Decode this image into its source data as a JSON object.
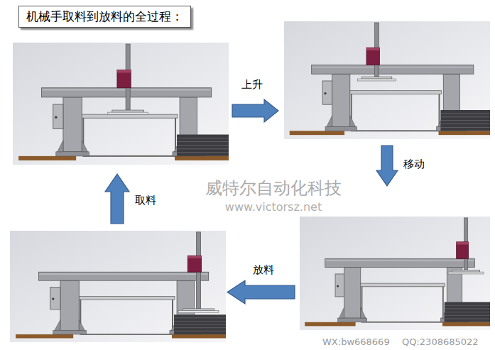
{
  "diagram": {
    "title": "机械手取料到放料的全过程：",
    "labels": [
      "上升",
      "移动",
      "放料",
      "取料",
      "威特尔自动化科技",
      "www.victorsz.net",
      "WX:bw668669",
      "QQ:2308685022"
    ]
  }
}
